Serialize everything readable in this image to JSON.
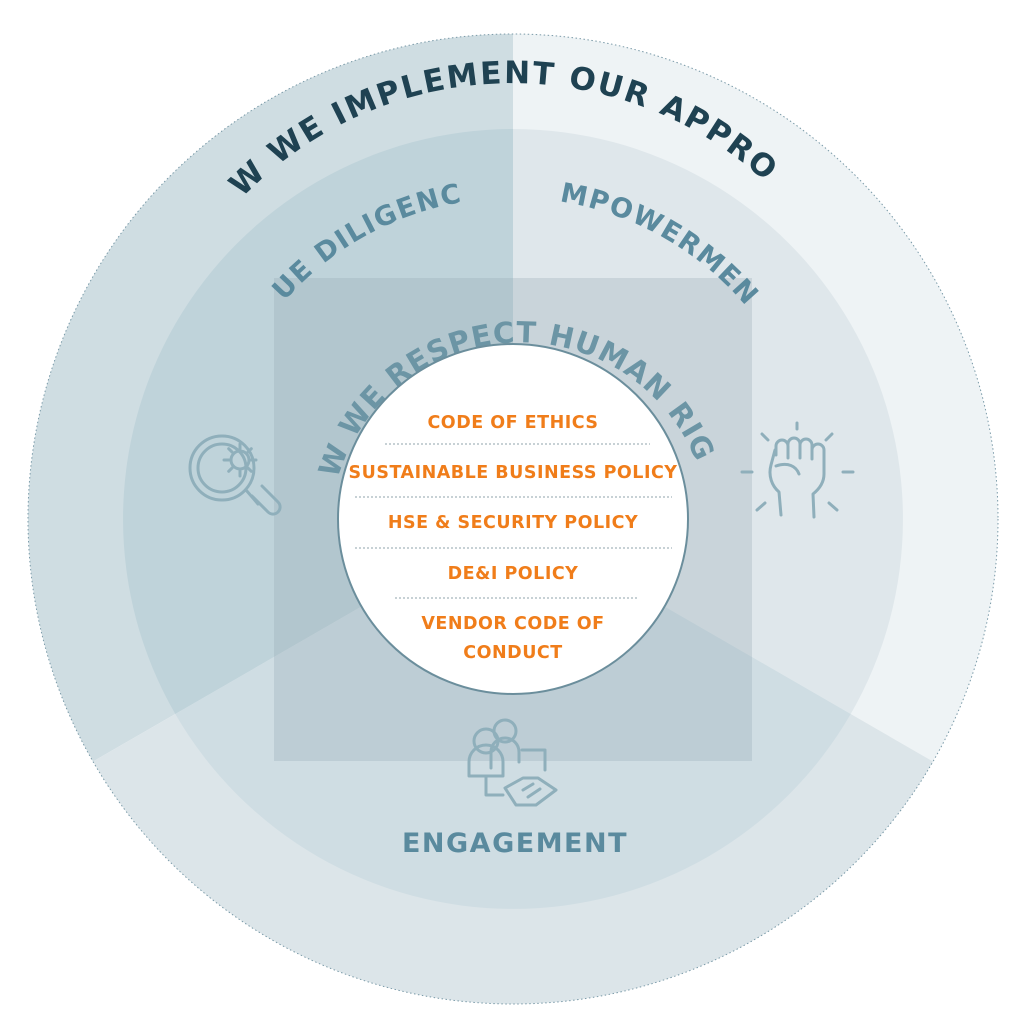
{
  "outer_title": "HOW WE IMPLEMENT OUR APPROACH",
  "inner_title": "HOW WE RESPECT HUMAN RIGHTS",
  "pillars": [
    {
      "label": "DUE DILIGENCE",
      "icon": "magnifier-gear-icon"
    },
    {
      "label": "EMPOWERMENT",
      "icon": "raised-fist-icon"
    },
    {
      "label": "ENGAGEMENT",
      "icon": "people-handshake-icon"
    }
  ],
  "policies": [
    "CODE OF ETHICS",
    "SUSTAINABLE BUSINESS POLICY",
    "HSE & SECURITY POLICY",
    "DE&I POLICY",
    "VENDOR CODE OF",
    "CONDUCT"
  ],
  "colors": {
    "outer_title": "#1f4252",
    "pillar_title": "#5a8a9e",
    "policy_text": "#f07d1a",
    "outline": "#7a9aa8"
  }
}
